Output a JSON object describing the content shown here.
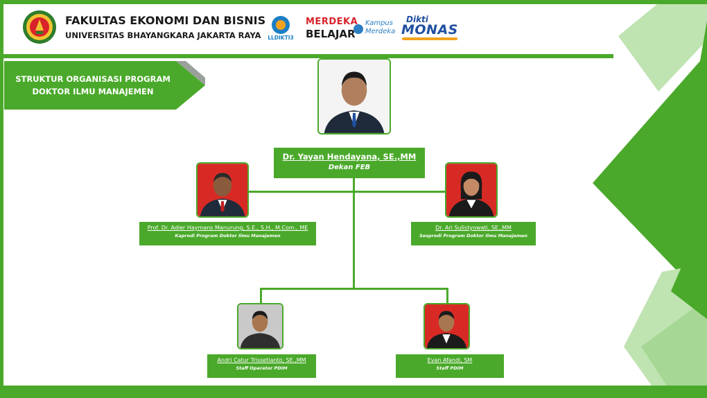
{
  "header": {
    "faculty": "FAKULTAS EKONOMI DAN BISNIS",
    "university": "UNIVERSITAS BHAYANGKARA JAKARTA RAYA",
    "lldikti_label": "LLDIKTI3",
    "merdeka_top": "MERDEKA",
    "merdeka_bottom": "BELAJAR",
    "kampus_line1": "Kampus",
    "kampus_line2": "Merdeka",
    "dikti_top": "Dikti",
    "dikti_bottom": "MONAS"
  },
  "title": {
    "line1": "STRUKTUR ORGANISASI PROGRAM",
    "line2": "DOKTOR ILMU MANAJEMEN"
  },
  "org": {
    "dean": {
      "name": "Dr. Yayan Hendayana, SE.,MM",
      "role": "Dekan FEB"
    },
    "kaprodi": {
      "name": "Prof. Dr. Adler Haymans Manurung, S.E., S.H., M.Com., ME",
      "role": "Kaprodi Program Doktor Ilmu Manajemen"
    },
    "sesprodi": {
      "name": "Dr. Ari Sulistyowati, SE.,MM",
      "role": "Sesprodi Program Doktor Ilmu Manajemen"
    },
    "operator": {
      "name": "Andri Catur Trissetianto, SE.,MM",
      "role": "Staff Operator PDIM"
    },
    "staff": {
      "name": "Evan Afandi, SM",
      "role": "Staff PDIM"
    }
  },
  "colors": {
    "brand_green": "#4aa92a",
    "photo_red": "#d82a25",
    "photo_grey": "#c9c9c9",
    "photo_white": "#f4f4f4"
  }
}
